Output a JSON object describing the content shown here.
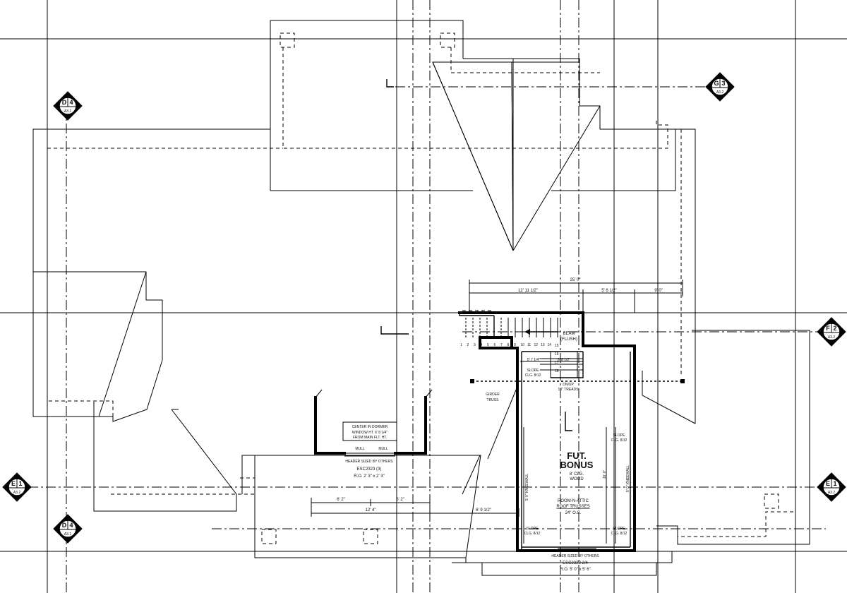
{
  "room": {
    "name_line1": "FUT.",
    "name_line2": "BONUS",
    "ceiling": "8' CLG.",
    "ceiling_material": "WOOD",
    "truss_line1": "ROOM-N-ATTIC",
    "truss_line2": "ROOF TRUSSES",
    "truss_spacing": "24\" O.C."
  },
  "dimensions": {
    "overall_top": "25' 0\"",
    "top_seg1": "12' 11 1/2\"",
    "top_seg2": "5' 6 1/2\"",
    "top_seg3": "9' 0\"",
    "stair_left": "5' 7 1/4\"",
    "stair_right": "6' 8 1/2\"",
    "bottom_seg1": "6' 2\"",
    "bottom_seg2": "6' 2\"",
    "bottom_total": "12' 4\"",
    "bottom_right": "6' 9 1/2\"",
    "vert_mid": "16' 0\"",
    "vert_left": "5' 0\" KNEEWALL",
    "vert_right": "5' 0\" KNEEWALL"
  },
  "notes": {
    "dormer_line1": "CENTER IN DORMER",
    "dormer_line2": "WINDOW HT. 6' 8 1/4\"",
    "dormer_line3": "FROM MAIN FLT. HT.",
    "mull_left": "MULL",
    "mull_right": "MULL",
    "header_by_others_1": "HEADER SIZED BY OTHERS",
    "window_1": "ESC2323 (3)",
    "window_1_ro": "R.O. 2' 3\" x 2' 3\"",
    "header_by_others_2": "HEADER SIZED BY OTHERS",
    "window_2": "ESC2323 2/4",
    "window_2_ro": "R.O. 5' 0\" x 5' 6\"",
    "beam_line1": "BEAM",
    "beam_line2": "(FLUSH)",
    "girder_line1": "GIRDER",
    "girder_line2": "TRUSS",
    "slope_tl_1": "SLOPE",
    "slope_tl_2": "CLG. 8/12",
    "slope_tr_1": "SLOPE",
    "slope_tr_2": "CLG. 8/12",
    "slope_bl_1": "SLOPE",
    "slope_bl_2": "CLG. 8/12",
    "slope_br_1": "SLOPE",
    "slope_br_2": "CLG. 8/12",
    "stair_up_line1": "DN/UP",
    "stair_up_line2": "10\" TREADS"
  },
  "stair_numbers": [
    "1",
    "2",
    "3",
    "4",
    "5",
    "6",
    "7",
    "8",
    "9",
    "10",
    "11",
    "12",
    "13",
    "14",
    "15",
    "16",
    "17",
    "18"
  ],
  "section_markers": [
    {
      "id": "d4-top",
      "letter": "D",
      "num": "4",
      "sheet": "A3.1"
    },
    {
      "id": "g3",
      "letter": "G",
      "num": "3",
      "sheet": "A3.2"
    },
    {
      "id": "f2",
      "letter": "F",
      "num": "2",
      "sheet": "A3.2"
    },
    {
      "id": "e1-left",
      "letter": "E",
      "num": "1",
      "sheet": "A3.2"
    },
    {
      "id": "e1-right",
      "letter": "E",
      "num": "1",
      "sheet": "A3.2"
    },
    {
      "id": "d4-bottom",
      "letter": "D",
      "num": "4",
      "sheet": "A3.1"
    }
  ]
}
